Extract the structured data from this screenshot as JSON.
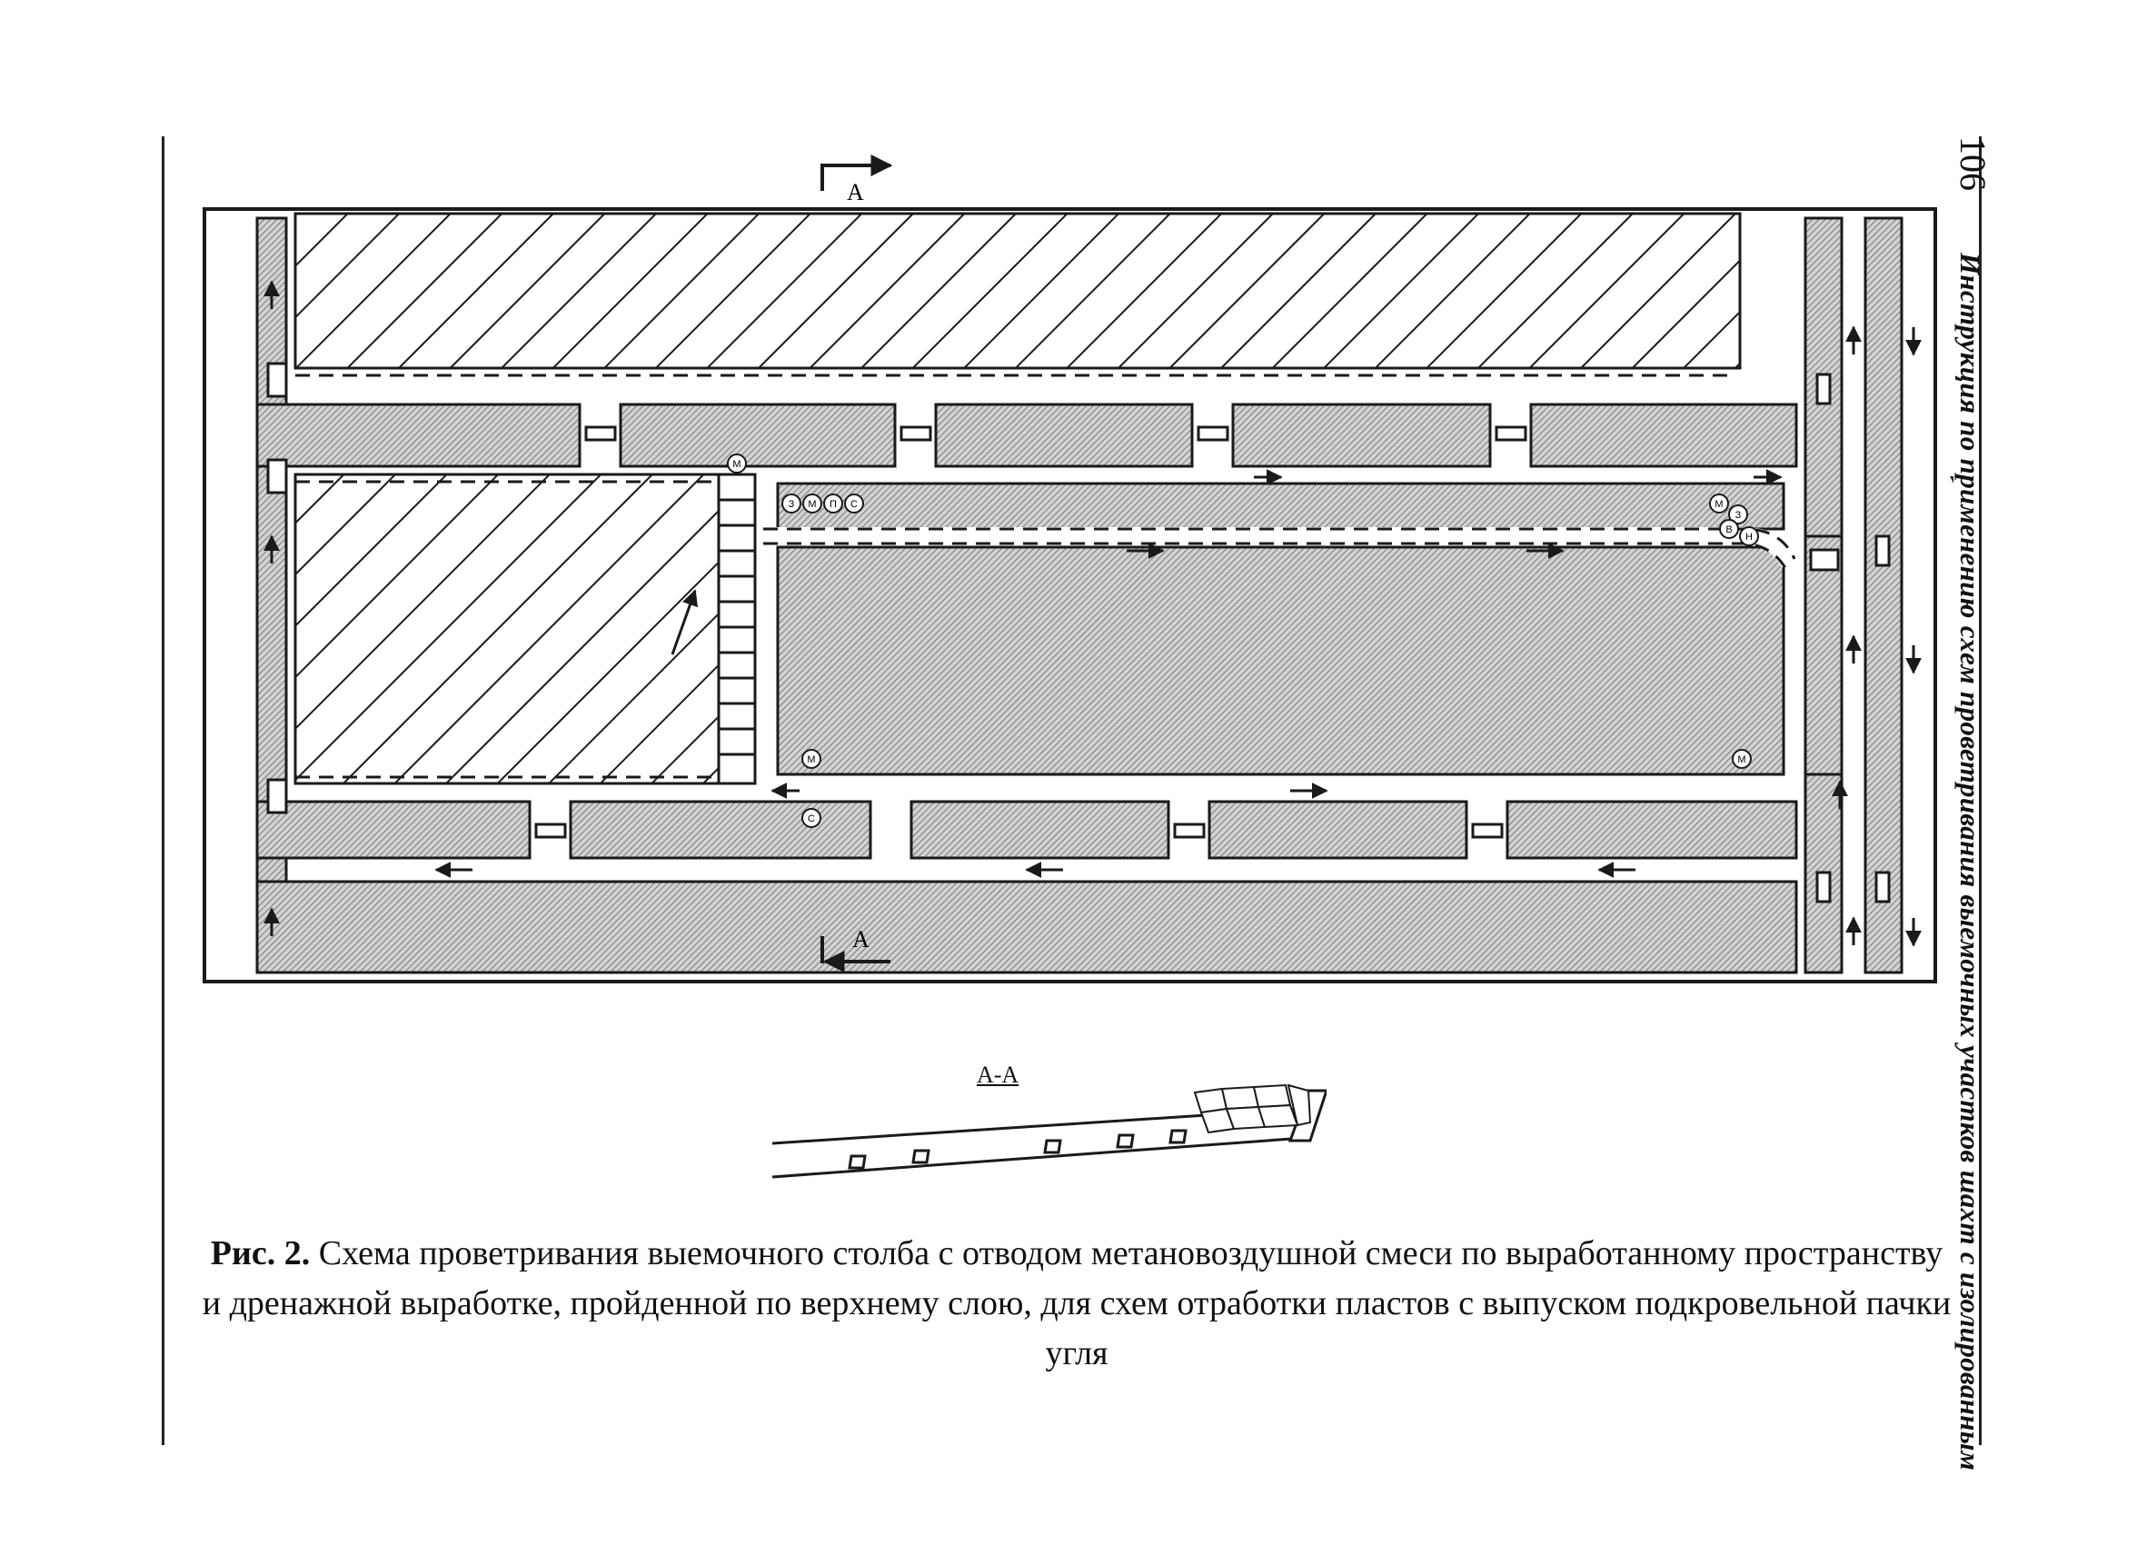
{
  "header": {
    "page_number": "106",
    "running_title": "Инструкция по применению схем проветривания выемочных участков шахт с изолированным"
  },
  "figure": {
    "section_markers": {
      "top": "А",
      "bottom": "А"
    },
    "equipment_labels": {
      "m": "М",
      "s": "С",
      "p": "П",
      "z": "З",
      "b": "В",
      "n": "Н"
    },
    "section_title": "А-А"
  },
  "caption": {
    "label": "Рис. 2.",
    "text": " Схема проветривания выемочного столба с отводом метановоздушной смеси по выработанному пространству и дренажной выработке, пройденной по верхнему слою, для схем отработки пластов с выпуском подкровельной пачки угля"
  },
  "colors": {
    "ink": "#1a1a1a",
    "hatch_fill": "#9a9a9a",
    "paper": "#ffffff"
  }
}
